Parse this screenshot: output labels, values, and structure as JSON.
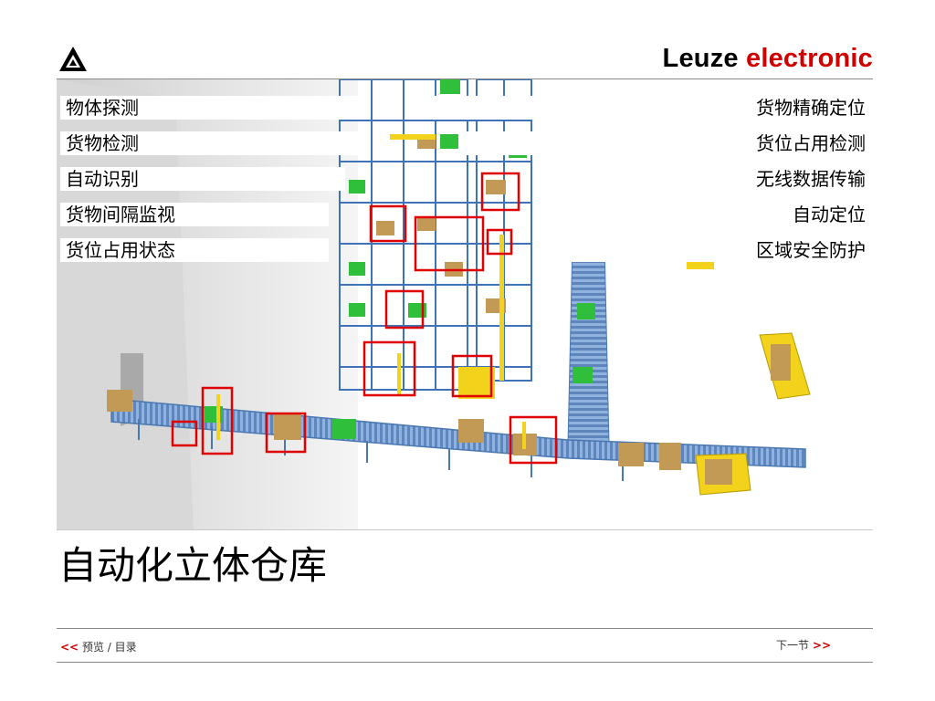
{
  "header": {
    "logo_icon": "leuze-triangle-icon",
    "brand_part1": "Leuze",
    "brand_part2": "electronic",
    "brand_accent": "#d00000"
  },
  "labels": {
    "left": [
      "物体探测",
      "货物检测",
      "自动识别",
      "货物间隔监视",
      "货位占用状态"
    ],
    "right": [
      "货物精确定位",
      "货位占用检测",
      "无线数据传输",
      "自动定位",
      "区域安全防护"
    ]
  },
  "page": {
    "title": "自动化立体仓库"
  },
  "footer": {
    "prev_arrow": "<<",
    "prev_label": "预览 / 目录",
    "next_label": "下一节",
    "next_arrow": ">>"
  },
  "colors": {
    "rack": "#5b8fd0",
    "conveyor": "#7fa8d8",
    "box_brown": "#c29a55",
    "box_green": "#2fbf3a",
    "vehicle_yellow": "#f2d21a",
    "sensor_frame": "#e00000"
  }
}
